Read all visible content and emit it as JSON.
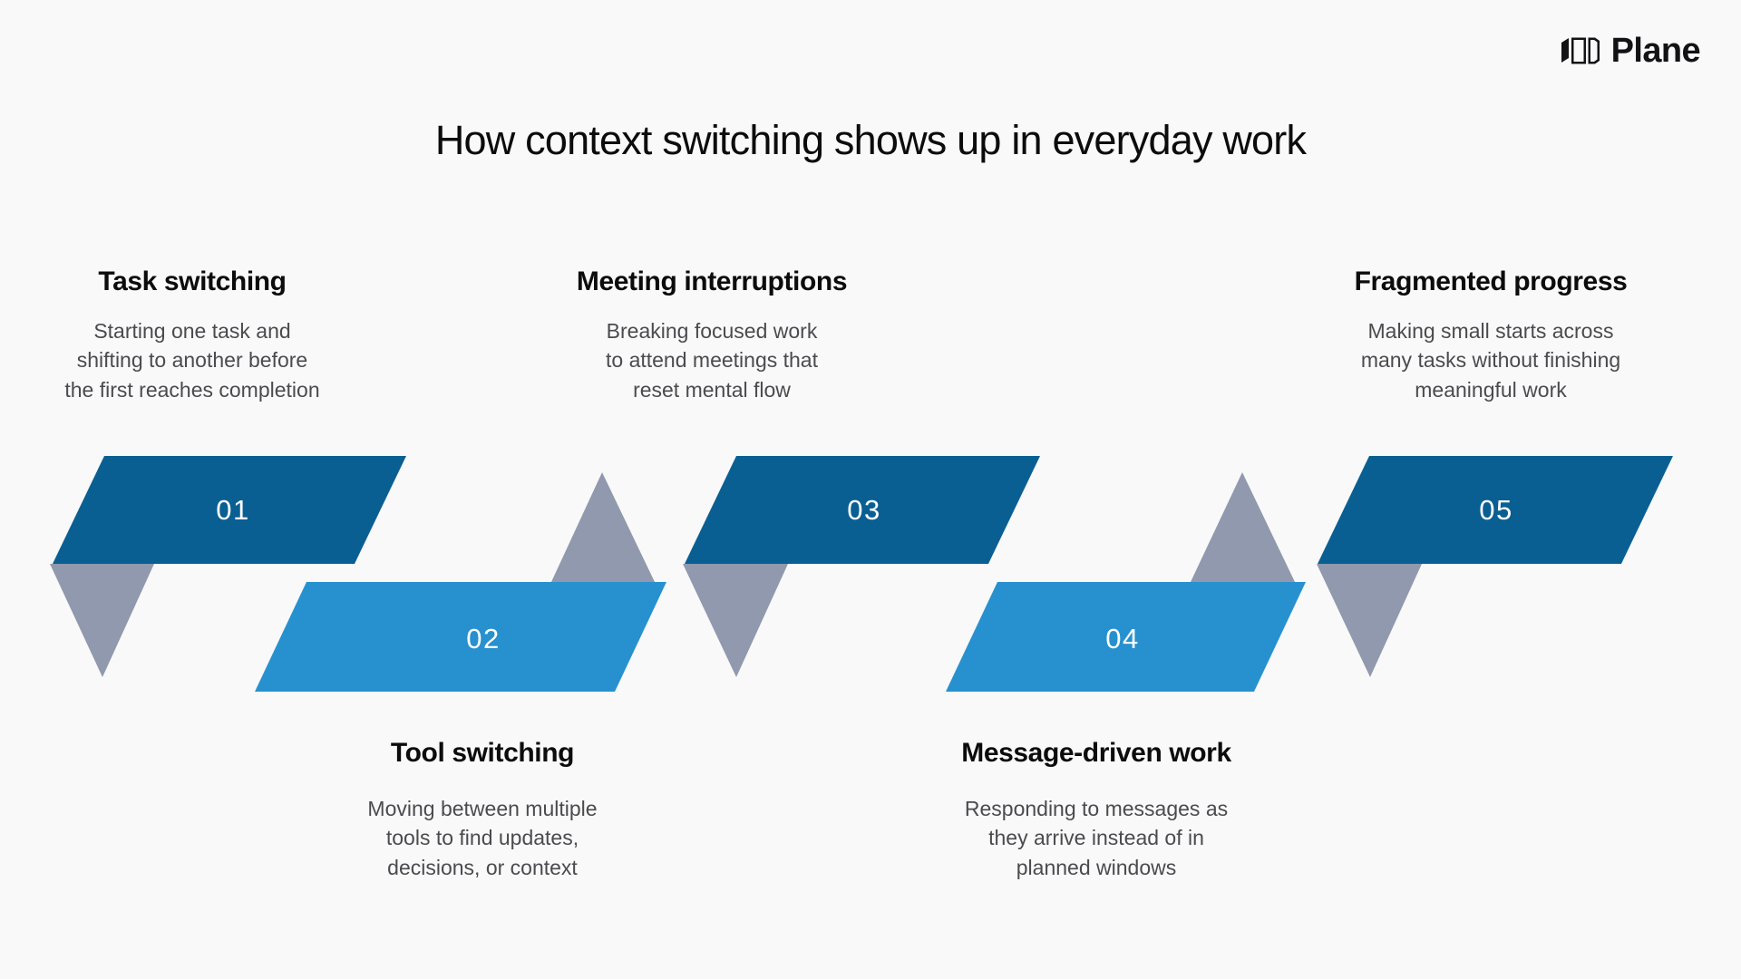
{
  "brand": {
    "name": "Plane",
    "logo_icon": "plane-logo-icon"
  },
  "title": "How context switching shows up in everyday work",
  "colors": {
    "background": "#f9f9f9",
    "dark_blue": "#0a5f92",
    "light_blue": "#2791cf",
    "gray": "#9099ad",
    "heading": "#0c0c0d",
    "body_text": "#4b4b4f",
    "number_text": "#ffffff"
  },
  "chart_data": {
    "type": "diagram",
    "title": "How context switching shows up in everyday work",
    "layout": "zigzag-chevron-process",
    "step_count": 5,
    "steps": [
      {
        "number": "01",
        "heading": "Task switching",
        "description_lines": [
          "Starting one task and",
          "shifting to another before",
          "the first reaches completion"
        ],
        "band_color": "#0a5f92",
        "row": "top"
      },
      {
        "number": "02",
        "heading": "Tool switching",
        "description_lines": [
          "Moving between multiple",
          "tools to find updates,",
          "decisions, or context"
        ],
        "band_color": "#2791cf",
        "row": "bottom"
      },
      {
        "number": "03",
        "heading": "Meeting interruptions",
        "description_lines": [
          "Breaking focused work",
          "to attend meetings that",
          "reset mental flow"
        ],
        "band_color": "#0a5f92",
        "row": "top"
      },
      {
        "number": "04",
        "heading": "Message-driven work",
        "description_lines": [
          "Responding to messages as",
          "they arrive instead of in",
          "planned windows"
        ],
        "band_color": "#2791cf",
        "row": "bottom"
      },
      {
        "number": "05",
        "heading": "Fragmented progress",
        "description_lines": [
          "Making small starts across",
          "many tasks without finishing",
          "meaningful work"
        ],
        "band_color": "#0a5f92",
        "row": "top"
      }
    ]
  }
}
